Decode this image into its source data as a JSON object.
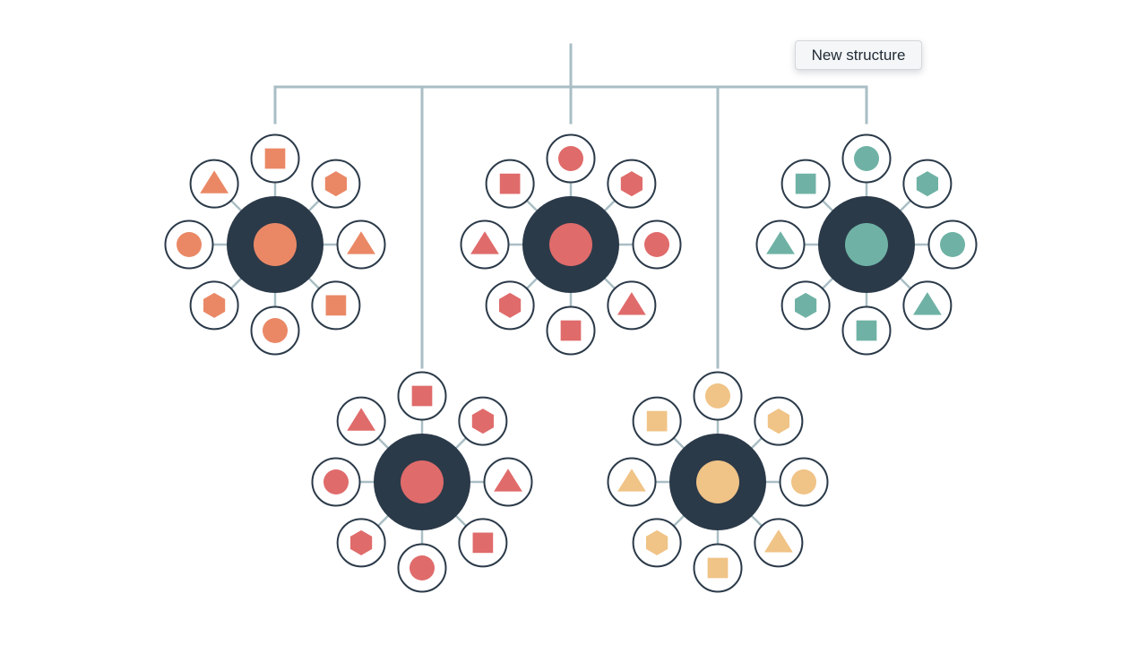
{
  "badge": {
    "label": "New structure"
  },
  "colors": {
    "connector": "#a9bec4",
    "hub": "#2b3a49",
    "node_ring": "#2b3a49",
    "node_fill": "#ffffff"
  },
  "clusters": [
    {
      "id": "top-left",
      "color": "#ea8866",
      "center_shape": "circle",
      "outer_shapes": [
        "square",
        "hexagon",
        "triangle",
        "square",
        "circle",
        "hexagon",
        "circle",
        "triangle"
      ]
    },
    {
      "id": "top-center",
      "color": "#e06b6b",
      "center_shape": "circle",
      "outer_shapes": [
        "circle",
        "hexagon",
        "circle",
        "triangle",
        "square",
        "hexagon",
        "triangle",
        "square"
      ]
    },
    {
      "id": "top-right",
      "color": "#6fb2a5",
      "center_shape": "circle",
      "outer_shapes": [
        "circle",
        "hexagon",
        "circle",
        "triangle",
        "square",
        "hexagon",
        "triangle",
        "square"
      ]
    },
    {
      "id": "bottom-left",
      "color": "#e06b6b",
      "center_shape": "circle",
      "outer_shapes": [
        "square",
        "hexagon",
        "triangle",
        "square",
        "circle",
        "hexagon",
        "circle",
        "triangle"
      ]
    },
    {
      "id": "bottom-right",
      "color": "#f0c386",
      "center_shape": "circle",
      "outer_shapes": [
        "circle",
        "hexagon",
        "circle",
        "triangle",
        "square",
        "hexagon",
        "triangle",
        "square"
      ]
    }
  ]
}
